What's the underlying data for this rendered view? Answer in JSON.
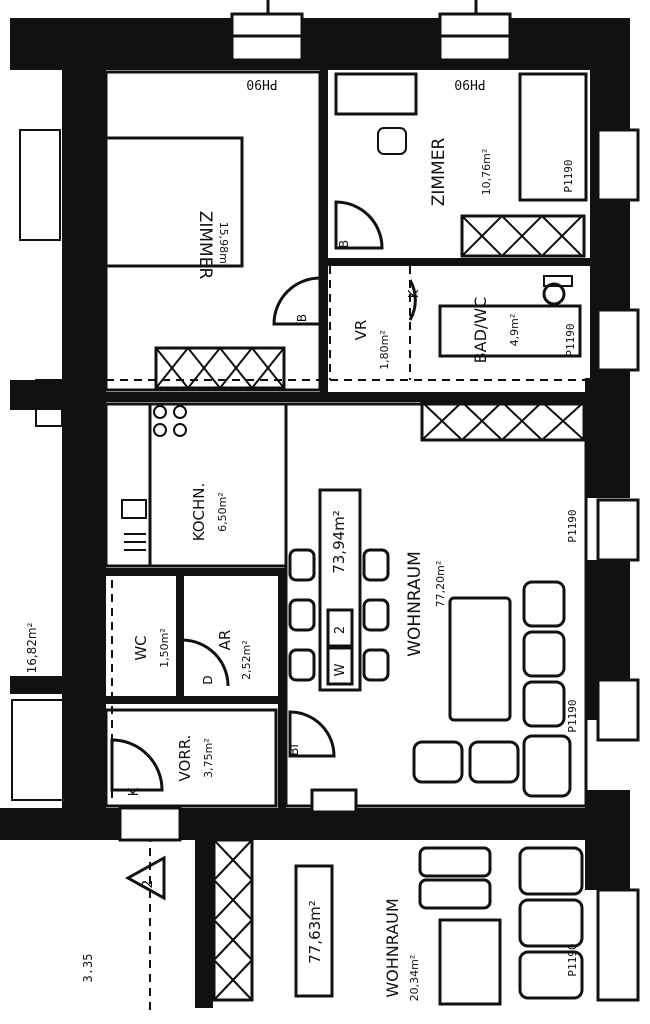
{
  "rooms": [
    {
      "id": "zimmer1",
      "name": "ZIMMER",
      "area": "15,98m²"
    },
    {
      "id": "zimmer2",
      "name": "ZIMMER",
      "area": "10,76m²"
    },
    {
      "id": "bad",
      "name": "BAD/WC",
      "area": "4,9m²"
    },
    {
      "id": "vr",
      "name": "VR",
      "area": "1,80m²"
    },
    {
      "id": "kochn",
      "name": "KOCHN.",
      "area": "6,50m²"
    },
    {
      "id": "wohnraum",
      "name": "WOHNRAUM",
      "area": "77,20m²"
    },
    {
      "id": "wc",
      "name": "WC",
      "area": "1,50m²"
    },
    {
      "id": "ar",
      "name": "AR",
      "area": "2,52m²"
    },
    {
      "id": "vorr",
      "name": "VORR.",
      "area": "3,75m²"
    },
    {
      "id": "neighbor_wohnraum",
      "name": "WOHNRAUM",
      "area": "20,34m²"
    }
  ],
  "totals": {
    "unit_total": "73,94m²",
    "neighbor_total": "77,63m²",
    "left_area": "16,82m²"
  },
  "marks": {
    "window": "PH90",
    "window_b": "P1190",
    "door_b": "B",
    "door_bi": "BI",
    "door_d": "D",
    "door_k": "K",
    "washer": "W",
    "num_2": "2",
    "apt_number": "2",
    "dim": "3.35"
  }
}
